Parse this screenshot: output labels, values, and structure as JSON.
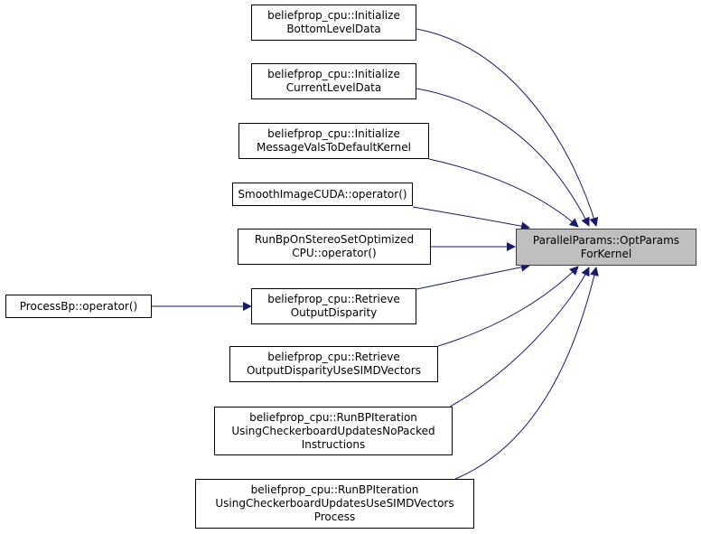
{
  "colors": {
    "edge": "#191970",
    "node_border": "#000000",
    "target_fill": "#bfbfbf",
    "background": "#ffffff"
  },
  "target": {
    "line1": "ParallelParams::OptParams",
    "line2": "ForKernel"
  },
  "callers": [
    {
      "line1": "beliefprop_cpu::Initialize",
      "line2": "BottomLevelData"
    },
    {
      "line1": "beliefprop_cpu::Initialize",
      "line2": "CurrentLevelData"
    },
    {
      "line1": "beliefprop_cpu::Initialize",
      "line2": "MessageValsToDefaultKernel"
    },
    {
      "line1": "SmoothImageCUDA::operator()"
    },
    {
      "line1": "RunBpOnStereoSetOptimized",
      "line2": "CPU::operator()"
    },
    {
      "line1": "beliefprop_cpu::Retrieve",
      "line2": "OutputDisparity"
    },
    {
      "line1": "beliefprop_cpu::Retrieve",
      "line2": "OutputDisparityUseSIMDVectors"
    },
    {
      "line1": "beliefprop_cpu::RunBPIteration",
      "line2": "UsingCheckerboardUpdatesNoPacked",
      "line3": "Instructions"
    },
    {
      "line1": "beliefprop_cpu::RunBPIteration",
      "line2": "UsingCheckerboardUpdatesUseSIMDVectors",
      "line3": "Process"
    }
  ],
  "second_level": {
    "line1": "ProcessBp::operator()"
  }
}
